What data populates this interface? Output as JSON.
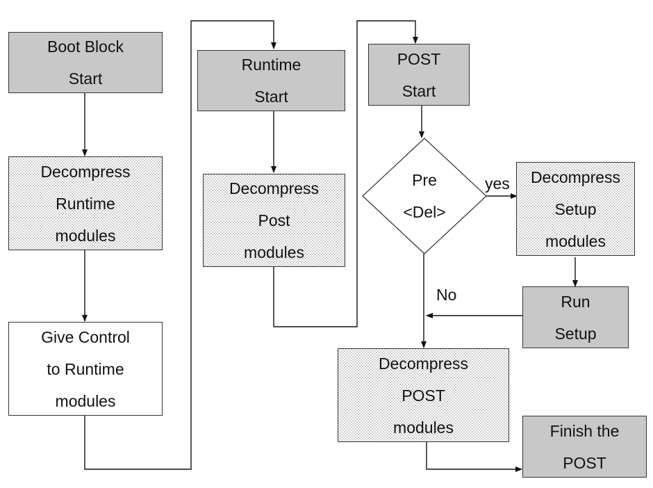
{
  "boxes": {
    "boot_block_start": [
      "Boot Block",
      "Start"
    ],
    "decompress_runtime": [
      "Decompress",
      "Runtime",
      "modules"
    ],
    "give_control": [
      "Give Control",
      "to Runtime",
      "modules"
    ],
    "runtime_start": [
      "Runtime",
      "Start"
    ],
    "decompress_post": [
      "Decompress",
      "Post",
      "modules"
    ],
    "post_start": [
      "POST",
      "Start"
    ],
    "decision": [
      "Pre",
      "<Del>"
    ],
    "decompress_setup": [
      "Decompress",
      "Setup",
      "modules"
    ],
    "run_setup": [
      "Run",
      "Setup"
    ],
    "decompress_post_modules": [
      "Decompress",
      "POST",
      "modules"
    ],
    "finish_post": [
      "Finish the",
      "POST"
    ]
  },
  "labels": {
    "yes": "yes",
    "no": "No"
  },
  "colors": {
    "start_fill": "#c8c8c8",
    "outline": "#333333"
  }
}
